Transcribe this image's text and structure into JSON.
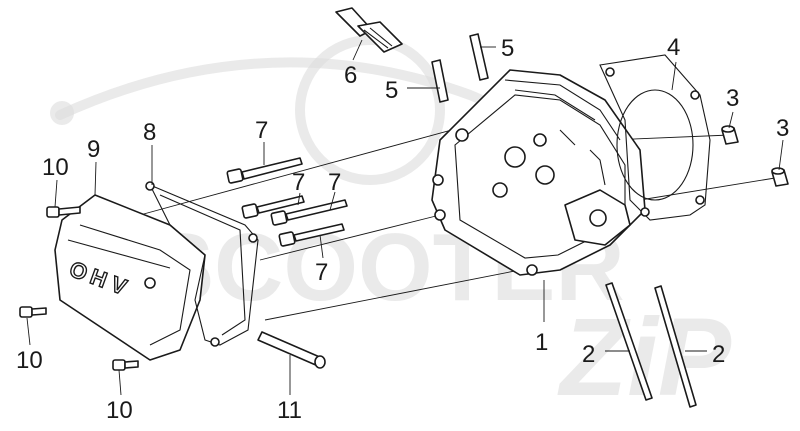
{
  "watermark": {
    "text": "SCOOTER",
    "script_text": "ZiP"
  },
  "cover": {
    "letters": [
      "O",
      "H",
      "V"
    ]
  },
  "callouts": {
    "c1": "1",
    "c2a": "2",
    "c2b": "2",
    "c3a": "3",
    "c3b": "3",
    "c4": "4",
    "c5a": "5",
    "c5b": "5",
    "c6": "6",
    "c7a": "7",
    "c7b": "7",
    "c7c": "7",
    "c7d": "7",
    "c8": "8",
    "c9": "9",
    "c10a": "10",
    "c10b": "10",
    "c10c": "10",
    "c11": "11"
  }
}
